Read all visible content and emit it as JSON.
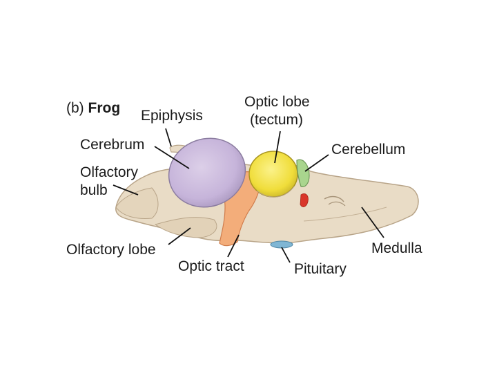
{
  "figure": {
    "panel_letter": "(b)",
    "title": "Frog"
  },
  "labels": {
    "epiphysis": "Epiphysis",
    "optic_lobe_line1": "Optic lobe",
    "optic_lobe_line2": "(tectum)",
    "cerebrum": "Cerebrum",
    "cerebellum": "Cerebellum",
    "olfactory_bulb_line1": "Olfactory",
    "olfactory_bulb_line2": "bulb",
    "olfactory_lobe": "Olfactory lobe",
    "optic_tract": "Optic tract",
    "pituitary": "Pituitary",
    "medulla": "Medulla"
  },
  "colors": {
    "brain_tissue": "#e9dcc6",
    "cerebrum": "#c9b8dc",
    "optic_lobe": "#f2e23c",
    "optic_tract": "#f3ad7a",
    "cerebellum": "#a9d58e",
    "pituitary": "#7fb6d4",
    "red_region": "#d9362a"
  }
}
